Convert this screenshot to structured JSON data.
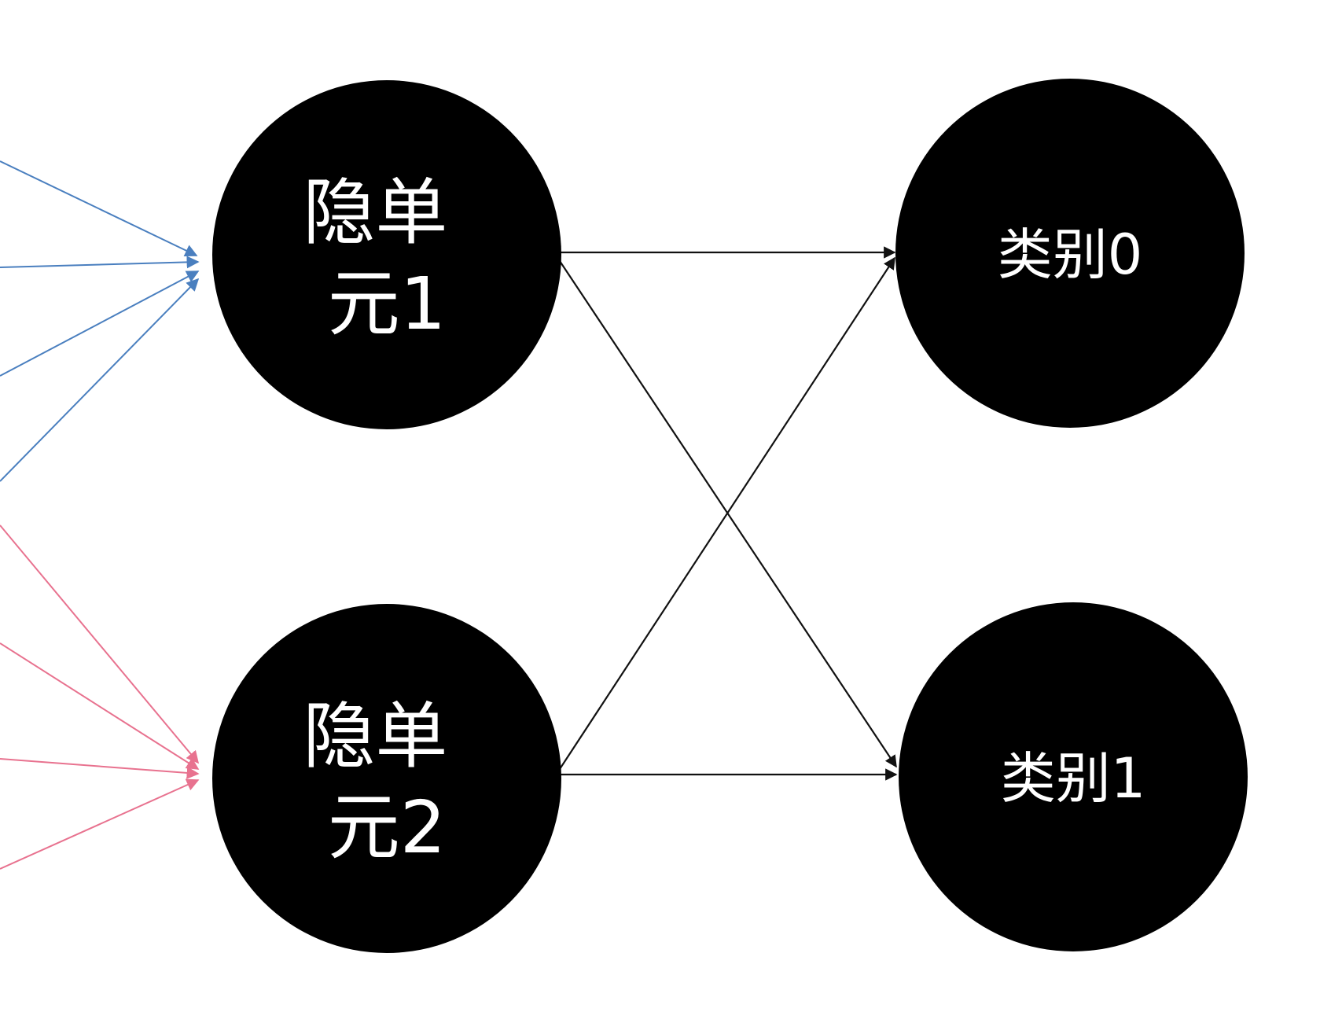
{
  "colors": {
    "node_fill": "#000000",
    "node_text": "#ffffff",
    "edge_black": "#111111",
    "edge_blue": "#4a7fbf",
    "edge_pink": "#e8728f",
    "background": "#ffffff"
  },
  "nodes": {
    "hidden1": {
      "line1": "隐单",
      "line2": "元1"
    },
    "hidden2": {
      "line1": "隐单",
      "line2": "元2"
    },
    "class0": {
      "label": "类别0"
    },
    "class1": {
      "label": "类别1"
    }
  },
  "edges": [
    {
      "from": "hidden1",
      "to": "class0"
    },
    {
      "from": "hidden1",
      "to": "class1"
    },
    {
      "from": "hidden2",
      "to": "class0"
    },
    {
      "from": "hidden2",
      "to": "class1"
    }
  ]
}
